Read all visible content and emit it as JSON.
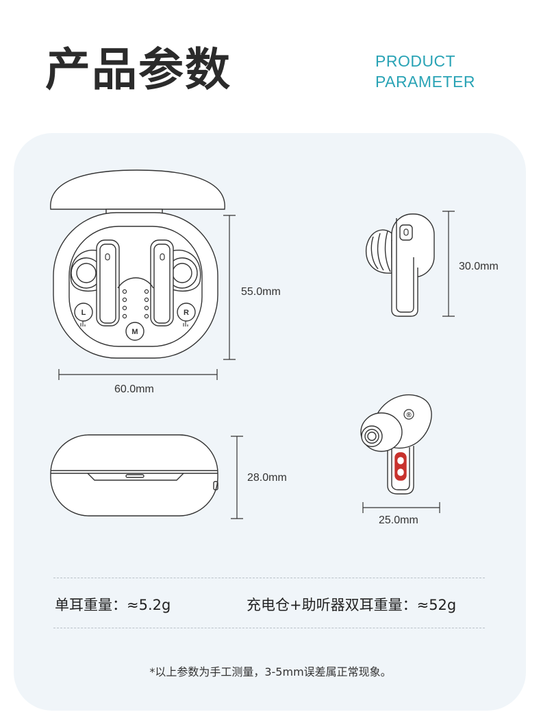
{
  "header": {
    "title_cn": "产品参数",
    "title_en_line1": "PRODUCT",
    "title_en_line2": "PARAMETER"
  },
  "case_top_view": {
    "height_label": "55.0mm",
    "width_label": "60.0mm",
    "left_button": "L",
    "right_button": "R",
    "mode_button": "M"
  },
  "case_side_view": {
    "height_label": "28.0mm"
  },
  "earbud_side_view": {
    "height_label": "30.0mm"
  },
  "earbud_front_view": {
    "width_label": "25.0mm",
    "side_mark": "®"
  },
  "specs": {
    "single_ear_weight": "单耳重量：≈5.2g",
    "total_weight": "充电仓+助听器双耳重量：≈52g"
  },
  "footnote": "*以上参数为手工测量，3-5mm误差属正常现象。",
  "colors": {
    "accent": "#29a3b5",
    "panel_bg": "#f0f5f9",
    "line": "#333333",
    "red_part": "#c8322d"
  }
}
